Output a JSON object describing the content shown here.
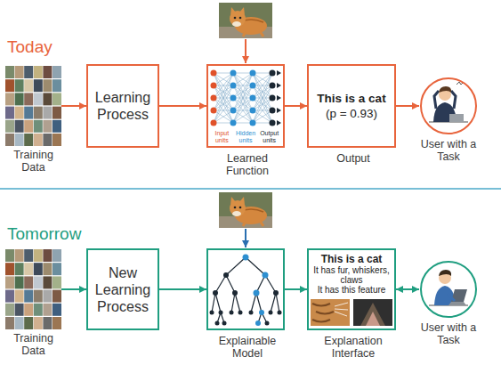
{
  "diagram": {
    "nodes": [
      {
        "text": [
          "Training Data"
        ]
      },
      {
        "text": [
          "Learning Process"
        ]
      },
      {
        "text": [
          "Input units",
          "Hidden units",
          "Output units",
          "Learned Function"
        ]
      },
      {
        "text": [
          "This is a cat",
          "(p = 0.93)",
          "Output"
        ]
      },
      {
        "text": [
          "User with a Task"
        ]
      },
      {
        "text": [
          "Training Data"
        ]
      },
      {
        "text": [
          "New Learning Process"
        ]
      },
      {
        "text": [
          "Explainable Model"
        ]
      },
      {
        "text": [
          "This is a cat",
          "It has fur, whiskers, claws",
          "It has this feature",
          "Explanation Interface"
        ]
      },
      {
        "text": [
          "User with a Task"
        ]
      }
    ],
    "edges": [
      {
        "from": 0,
        "to": 1,
        "arrow": "to"
      },
      {
        "from": 1,
        "to": 2,
        "arrow": "to"
      },
      {
        "from": 2,
        "to": 3,
        "arrow": "to"
      },
      {
        "from": 3,
        "to": 4,
        "arrow": "to"
      },
      {
        "from": 5,
        "to": 6,
        "arrow": "to"
      },
      {
        "from": 6,
        "to": 7,
        "arrow": "to"
      },
      {
        "from": 7,
        "to": 8,
        "arrow": "to"
      },
      {
        "from": 8,
        "to": 9,
        "arrow": "both"
      }
    ],
    "labels": [
      "Today",
      "Tomorrow"
    ]
  }
}
